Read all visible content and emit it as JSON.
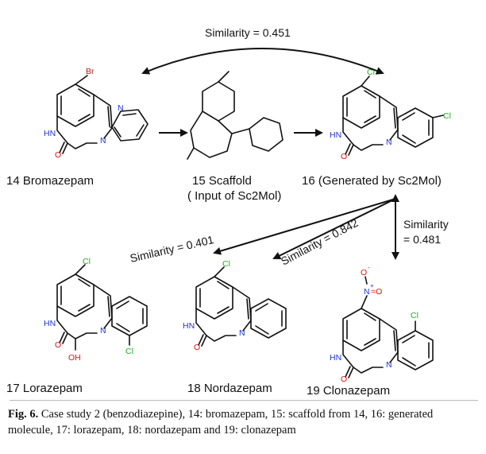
{
  "figure": {
    "similarity_top": "Similarity = 0.451",
    "similarity_left": "Similarity = 0.401",
    "similarity_mid": "Similarity = 0.842",
    "similarity_right_1": "Similarity",
    "similarity_right_2": "= 0.481",
    "molecules": [
      {
        "id": "14",
        "label": "14 Bromazepam"
      },
      {
        "id": "15",
        "label": "15 Scaffold",
        "label2": "( Input of Sc2Mol)"
      },
      {
        "id": "16",
        "label": "16 (Generated by Sc2Mol)"
      },
      {
        "id": "17",
        "label": "17 Lorazepam"
      },
      {
        "id": "18",
        "label": "18 Nordazepam"
      },
      {
        "id": "19",
        "label": "19 Clonazepam"
      }
    ],
    "atoms": {
      "br": "Br",
      "cl": "Cl",
      "n": "N",
      "hn": "HN",
      "o": "O",
      "oh": "OH",
      "no2_n": "N",
      "no2_eq_o": "=O",
      "no2_o": "O",
      "minus": "-",
      "plus": "+"
    }
  },
  "caption": {
    "fig_label": "Fig. 6.",
    "text": " Case study 2 (benzodiazepine), 14: bromazepam, 15: scaffold from 14, 16: generated molecule, 17: lorazepam, 18: nordazepam and 19: clonazepam"
  }
}
